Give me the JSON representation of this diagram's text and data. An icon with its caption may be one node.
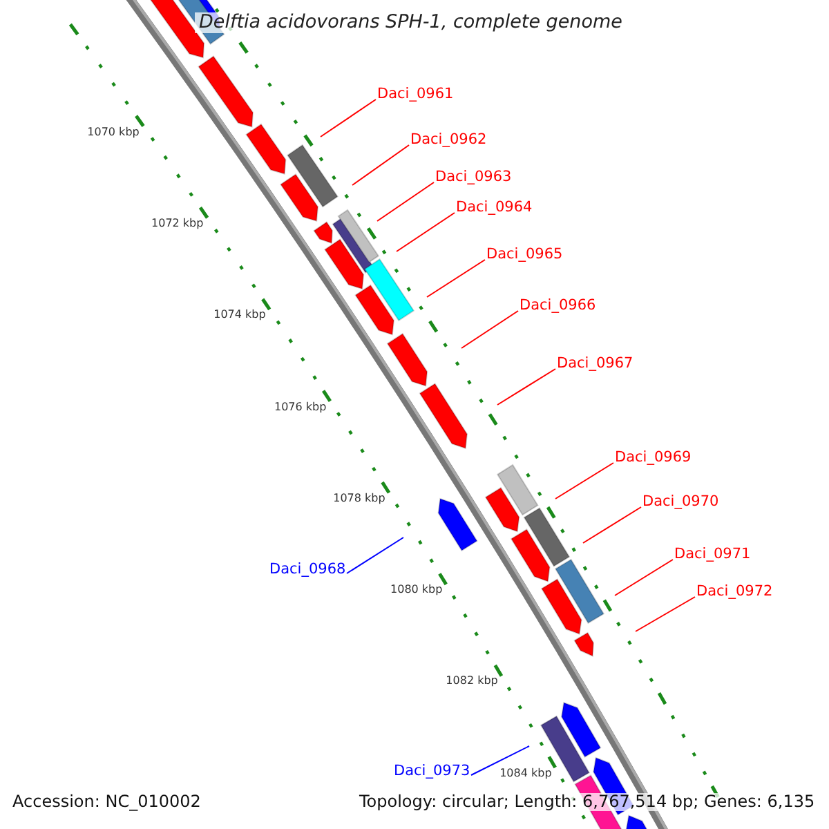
{
  "diagram": {
    "title": "Delftia acidovorans SPH-1, complete genome",
    "nodes": [
      {
        "text": [
          "Daci_0961"
        ]
      },
      {
        "text": [
          "Daci_0962"
        ]
      },
      {
        "text": [
          "Daci_0963"
        ]
      },
      {
        "text": [
          "Daci_0964"
        ]
      },
      {
        "text": [
          "Daci_0965"
        ]
      },
      {
        "text": [
          "Daci_0966"
        ]
      },
      {
        "text": [
          "Daci_0967"
        ]
      },
      {
        "text": [
          "Daci_0969"
        ]
      },
      {
        "text": [
          "Daci_0970"
        ]
      },
      {
        "text": [
          "Daci_0971"
        ]
      },
      {
        "text": [
          "Daci_0968"
        ]
      },
      {
        "text": [
          "Daci_0972"
        ]
      },
      {
        "text": [
          "Daci_0973"
        ]
      }
    ],
    "edges": [
      {
        "from": 0,
        "to": null,
        "arrow": "none"
      },
      {
        "from": 1,
        "to": null,
        "arrow": "none"
      },
      {
        "from": 2,
        "to": null,
        "arrow": "none"
      },
      {
        "from": 3,
        "to": null,
        "arrow": "none"
      },
      {
        "from": 4,
        "to": null,
        "arrow": "none"
      },
      {
        "from": 5,
        "to": null,
        "arrow": "none"
      },
      {
        "from": 6,
        "to": null,
        "arrow": "none"
      },
      {
        "from": 7,
        "to": null,
        "arrow": "none"
      },
      {
        "from": 8,
        "to": null,
        "arrow": "none"
      },
      {
        "from": 9,
        "to": null,
        "arrow": "none"
      },
      {
        "from": 10,
        "to": null,
        "arrow": "none",
        "color": "#0000ff"
      },
      {
        "from": 11,
        "to": null,
        "arrow": "none"
      },
      {
        "from": 12,
        "to": null,
        "arrow": "none",
        "color": "#0000ff"
      }
    ],
    "labels": [
      "1070 kbp",
      "1072 kbp",
      "1074 kbp",
      "1076 kbp",
      "1078 kbp",
      "1080 kbp",
      "1082 kbp",
      "1084 kbp",
      "Accession: NC_010002",
      "Topology: circular; Length: 6,767,514 bp; Genes: 6,135"
    ]
  }
}
